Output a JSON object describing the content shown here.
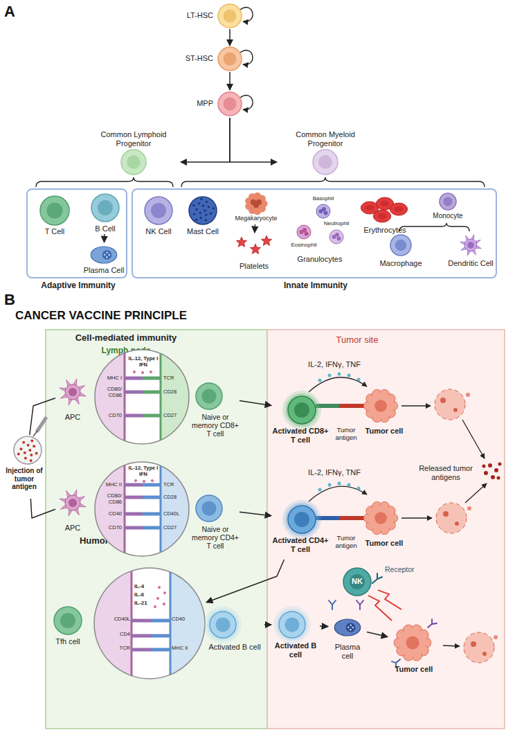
{
  "diagram": {
    "nodes": [
      {
        "text": [
          "LT-HSC"
        ]
      },
      {
        "text": [
          "ST-HSC"
        ]
      },
      {
        "text": [
          "MPP"
        ]
      },
      {
        "text": [
          "Common Lymphoid Progenitor"
        ]
      },
      {
        "text": [
          "Common Myeloid Progenitor"
        ]
      },
      {
        "text": [
          "Adaptive Immunity"
        ]
      },
      {
        "text": [
          "T Cell"
        ],
        "in": 5
      },
      {
        "text": [
          "B Cell"
        ],
        "in": 5
      },
      {
        "text": [
          "Plasma Cell"
        ],
        "in": 5
      },
      {
        "text": [
          "Innate Immunity"
        ]
      },
      {
        "text": [
          "NK Cell"
        ],
        "in": 9
      },
      {
        "text": [
          "Mast Cell"
        ],
        "in": 9
      },
      {
        "text": [
          "Megakaryocyte"
        ],
        "in": 9
      },
      {
        "text": [
          "Platelets"
        ],
        "in": 9
      },
      {
        "text": [
          "Granulocytes"
        ],
        "in": 9
      },
      {
        "text": [
          "Basophil"
        ],
        "in": 14
      },
      {
        "text": [
          "Neutrophil"
        ],
        "in": 14
      },
      {
        "text": [
          "Eosinophil"
        ],
        "in": 14
      },
      {
        "text": [
          "Erythrocytes"
        ],
        "in": 9
      },
      {
        "text": [
          "Monocyte"
        ],
        "in": 9
      },
      {
        "text": [
          "Macrophage"
        ],
        "in": 9
      },
      {
        "text": [
          "Dendritic Cell"
        ],
        "in": 9
      },
      {
        "text": [
          "Cell-mediated immunity",
          "Lymph node",
          "Humoral immunity"
        ]
      },
      {
        "text": [
          "Tumor site"
        ]
      },
      {
        "text": [
          "Injection of tumor antigen"
        ]
      },
      {
        "text": [
          "APC"
        ],
        "in": 22
      },
      {
        "text": [
          "IL-12, Type I IFN",
          "MHC I",
          "TCR",
          "CD80/ CD86",
          "CD28",
          "CD70",
          "CD27"
        ],
        "in": 22
      },
      {
        "text": [
          "Naive or memory CD8+ T cell"
        ],
        "in": 22
      },
      {
        "text": [
          "APC"
        ],
        "in": 22
      },
      {
        "text": [
          "IL-12, Type I IFN",
          "MHC II",
          "TCR",
          "CD80/ CD86",
          "CD28",
          "CD40",
          "CD40L",
          "CD70",
          "CD27"
        ],
        "in": 22
      },
      {
        "text": [
          "Naive or memory CD4+ T cell"
        ],
        "in": 22
      },
      {
        "text": [
          "Tfh cell"
        ],
        "in": 22
      },
      {
        "text": [
          "IL-4",
          "IL-6",
          "IL-21",
          "CD40L",
          "CD40",
          "CD4",
          "TCR",
          "MHC II"
        ],
        "in": 22
      },
      {
        "text": [
          "Activated B cell"
        ],
        "in": 22
      },
      {
        "text": [
          "Activated CD8+ T cell"
        ],
        "in": 23
      },
      {
        "text": [
          "Tumor cell"
        ],
        "in": 23
      },
      {
        "text": [
          "Activated CD4+ T cell"
        ],
        "in": 23
      },
      {
        "text": [
          "Tumor cell"
        ],
        "in": 23
      },
      {
        "text": [
          "Activated B cell"
        ],
        "in": 23
      },
      {
        "text": [
          "Plasma cell"
        ],
        "in": 23
      },
      {
        "text": [
          "Tumor cell"
        ],
        "in": 23
      },
      {
        "text": [
          "NK"
        ],
        "in": 23
      }
    ],
    "edges": [
      {
        "from": 0,
        "to": 1,
        "arrow": "to"
      },
      {
        "from": 1,
        "to": 2,
        "arrow": "to"
      },
      {
        "from": 2,
        "to": 3,
        "arrow": "to"
      },
      {
        "from": 2,
        "to": 4,
        "arrow": "to"
      },
      {
        "from": 7,
        "to": 8,
        "arrow": "to"
      },
      {
        "from": 12,
        "to": 13,
        "arrow": "to"
      },
      {
        "from": 24,
        "to": 25,
        "arrow": "none"
      },
      {
        "from": 24,
        "to": 28,
        "arrow": "none"
      },
      {
        "from": 27,
        "to": 34,
        "arrow": "to"
      },
      {
        "from": 30,
        "to": 36,
        "arrow": "to"
      },
      {
        "from": 36,
        "to": 32,
        "arrow": "to"
      },
      {
        "from": 33,
        "to": 38,
        "arrow": "to"
      },
      {
        "from": 38,
        "to": 39,
        "arrow": "to"
      },
      {
        "from": 39,
        "to": 40,
        "arrow": "to"
      }
    ],
    "labels": [
      "A",
      "B",
      "CANCER VACCINE PRINCIPLE",
      "IL-2, IFNγ, TNF",
      "Tumor antigen",
      "Released tumor antigens",
      "IL-2, IFNγ, TNF",
      "Tumor antigen",
      "Receptor"
    ]
  }
}
